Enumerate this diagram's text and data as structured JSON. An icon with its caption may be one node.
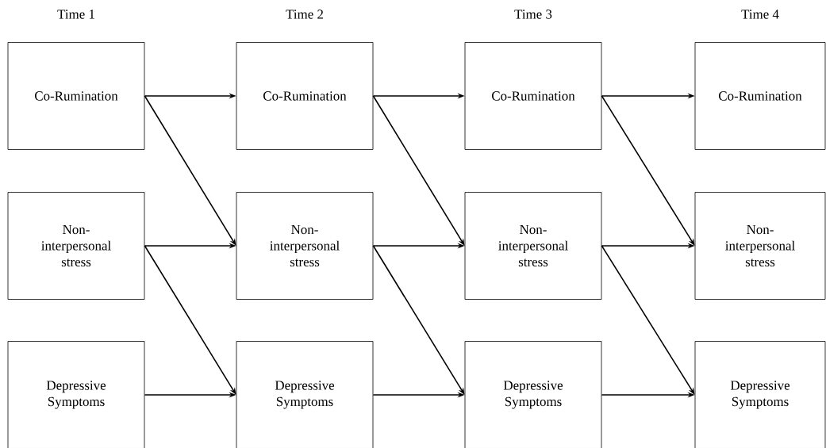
{
  "diagram": {
    "nodes": [
      {
        "text": [
          "Co-Rumination"
        ]
      },
      {
        "text": [
          "Co-Rumination"
        ]
      },
      {
        "text": [
          "Co-Rumination"
        ]
      },
      {
        "text": [
          "Co-Rumination"
        ]
      },
      {
        "text": [
          "Non-interpersonal stress"
        ]
      },
      {
        "text": [
          "Non-interpersonal stress"
        ]
      },
      {
        "text": [
          "Non-interpersonal stress"
        ]
      },
      {
        "text": [
          "Non-interpersonal stress"
        ]
      },
      {
        "text": [
          "Depressive Symptoms"
        ]
      },
      {
        "text": [
          "Depressive Symptoms"
        ]
      },
      {
        "text": [
          "Depressive Symptoms"
        ]
      },
      {
        "text": [
          "Depressive Symptoms"
        ]
      }
    ],
    "edges": [
      {
        "from": 0,
        "to": 1,
        "arrow": "to"
      },
      {
        "from": 0,
        "to": 5,
        "arrow": "to"
      },
      {
        "from": 4,
        "to": 5,
        "arrow": "to"
      },
      {
        "from": 4,
        "to": 9,
        "arrow": "to"
      },
      {
        "from": 8,
        "to": 9,
        "arrow": "to"
      },
      {
        "from": 1,
        "to": 2,
        "arrow": "to"
      },
      {
        "from": 1,
        "to": 6,
        "arrow": "to"
      },
      {
        "from": 5,
        "to": 6,
        "arrow": "to"
      },
      {
        "from": 5,
        "to": 10,
        "arrow": "to"
      },
      {
        "from": 9,
        "to": 10,
        "arrow": "to"
      },
      {
        "from": 2,
        "to": 3,
        "arrow": "to"
      },
      {
        "from": 2,
        "to": 7,
        "arrow": "to"
      },
      {
        "from": 6,
        "to": 7,
        "arrow": "to"
      },
      {
        "from": 6,
        "to": 11,
        "arrow": "to"
      },
      {
        "from": 10,
        "to": 11,
        "arrow": "to"
      }
    ],
    "labels": [
      "Time 1",
      "Time 2",
      "Time 3",
      "Time 4"
    ]
  }
}
